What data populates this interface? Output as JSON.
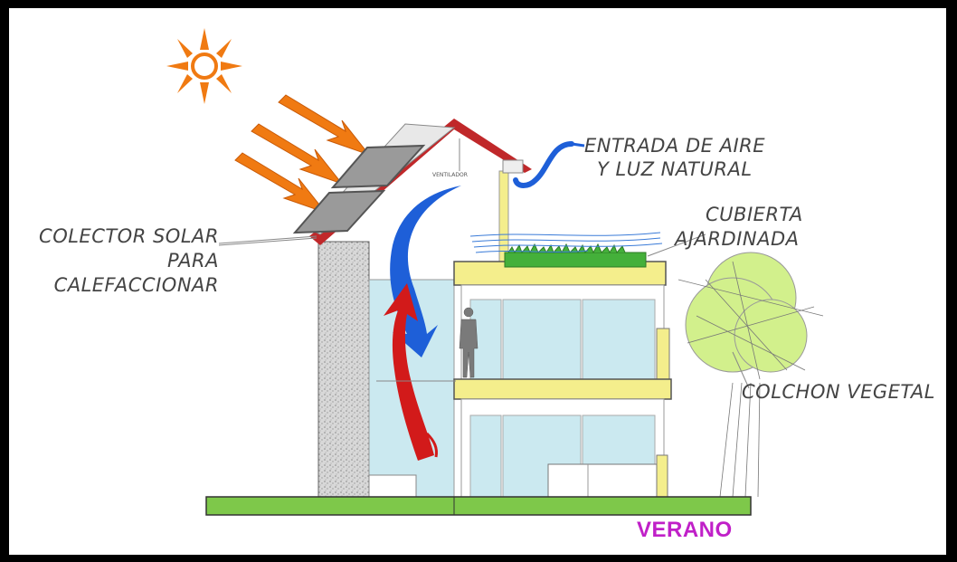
{
  "labels": {
    "collector_line1": "COLECTOR SOLAR",
    "collector_line2": "PARA",
    "collector_line3": "CALEFACCIONAR",
    "air_line1": "ENTRADA DE AIRE",
    "air_line2": "Y LUZ NATURAL",
    "roof_line1": "CUBIERTA",
    "roof_line2": "AJARDINADA",
    "vegetation": "COLCHON VEGETAL",
    "ventilator": "VENTILADOR",
    "season": "VERANO"
  },
  "colors": {
    "sun": "#f07a12",
    "cool_flow": "#1e5fd8",
    "warm_flow": "#d21a1a",
    "roof": "#c0282a",
    "slab": "#f4ee8c",
    "glass": "#cbe9f0",
    "grass": "#7ec84a",
    "tree": "#d2f08c",
    "season_text": "#c020c8"
  }
}
